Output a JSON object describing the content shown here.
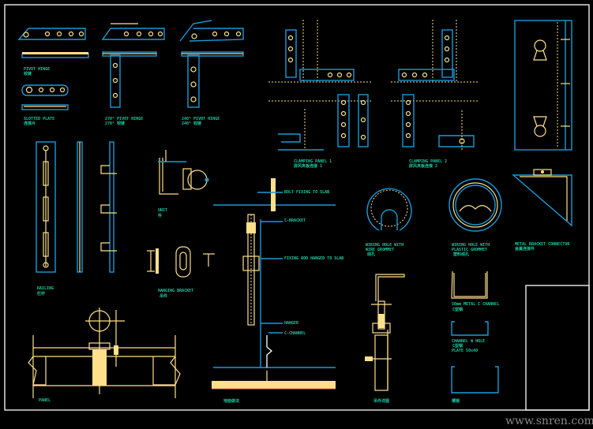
{
  "labels": {
    "pivot_hinge": [
      "PIVOT HINGE",
      "铰链"
    ],
    "slotted_plate": [
      "SLOTTED PLATE",
      "连接片"
    ],
    "hinge_270": [
      "270° PIVOT HINGE",
      "270° 铰链"
    ],
    "hinge_240": [
      "240° PIVOT HINGE",
      "240° 铰链"
    ],
    "clamping_1": [
      "CLAMPING PANEL 1",
      "屏风夹板连接 1"
    ],
    "clamping_2": [
      "CLAMPING PANEL 2",
      "屏风夹板连接 2"
    ],
    "bolt_fixing": "BOLT FIXING TO SLAB",
    "c_bracket": "C-BRACKET",
    "fixing_rod": "FIXING ROD HANGED TO SLAB",
    "hanger": "HANGER",
    "c_channel_rod": "C-CHANNEL",
    "wiring_wire": [
      "WIRING HOLE WITH",
      "WIRE GROMMET",
      "线孔"
    ],
    "wiring_plastic": [
      "WIRING HOLE WITH",
      "PLASTIC GROMMET",
      "塑料线孔"
    ],
    "metal_bracket": [
      "METAL BRACKET CONNECTOR",
      "金属连接件"
    ],
    "c_channel_50": [
      "50mm METAL C CHANNEL",
      "C型钢"
    ],
    "c_channel_blue": [
      "CHANNEL W HOLE",
      "C型钢",
      "PLATE 50x40"
    ],
    "channel_bottom": "槽钢",
    "railing": [
      "RAILING",
      "栏杆"
    ],
    "small_bracket": [
      "UNIT",
      "件"
    ],
    "anchor": [
      "HANGING BRACKET",
      "吊件"
    ],
    "floor_section": "PANEL",
    "gravel": "地面做法",
    "hanger_section": "吊件详图"
  },
  "watermark": "www.snren.com"
}
